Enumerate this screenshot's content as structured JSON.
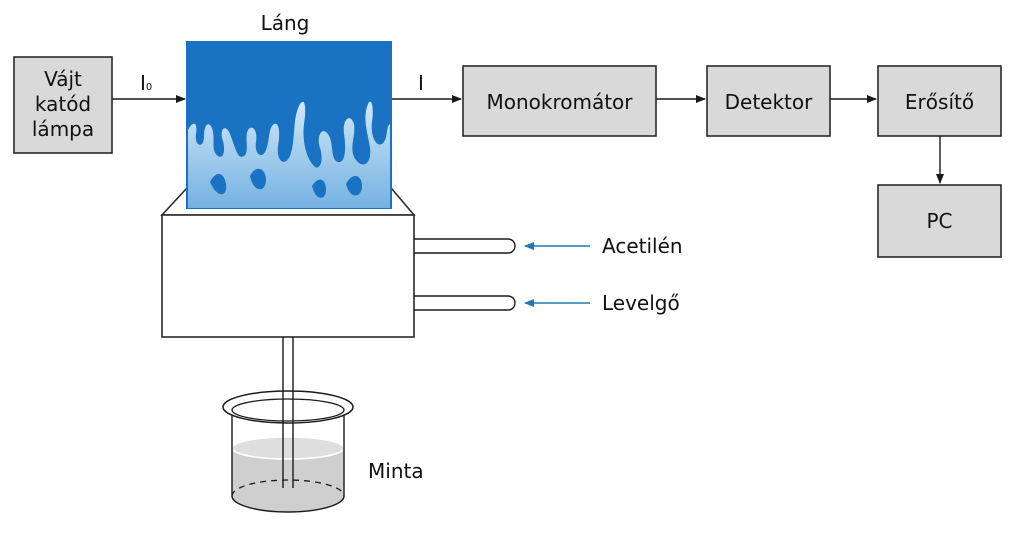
{
  "labels": {
    "lamp": [
      "Vájt",
      "katód",
      "lámpa"
    ],
    "flame": "Láng",
    "i0_main": "I",
    "i0_sub": "0",
    "i": "I",
    "monochromator": "Monokromátor",
    "detector": "Detektor",
    "amplifier": "Erősítő",
    "pc": "PC",
    "acetylene": "Acetilén",
    "air": "Levelgő",
    "sample": "Minta"
  },
  "colors": {
    "box_fill": "#d9d9d9",
    "flame_blue": "#1a73c2",
    "flame_light": "#dbeefa",
    "gas_arrow": "#1f78b4",
    "liquid": "#cfcfcf"
  }
}
